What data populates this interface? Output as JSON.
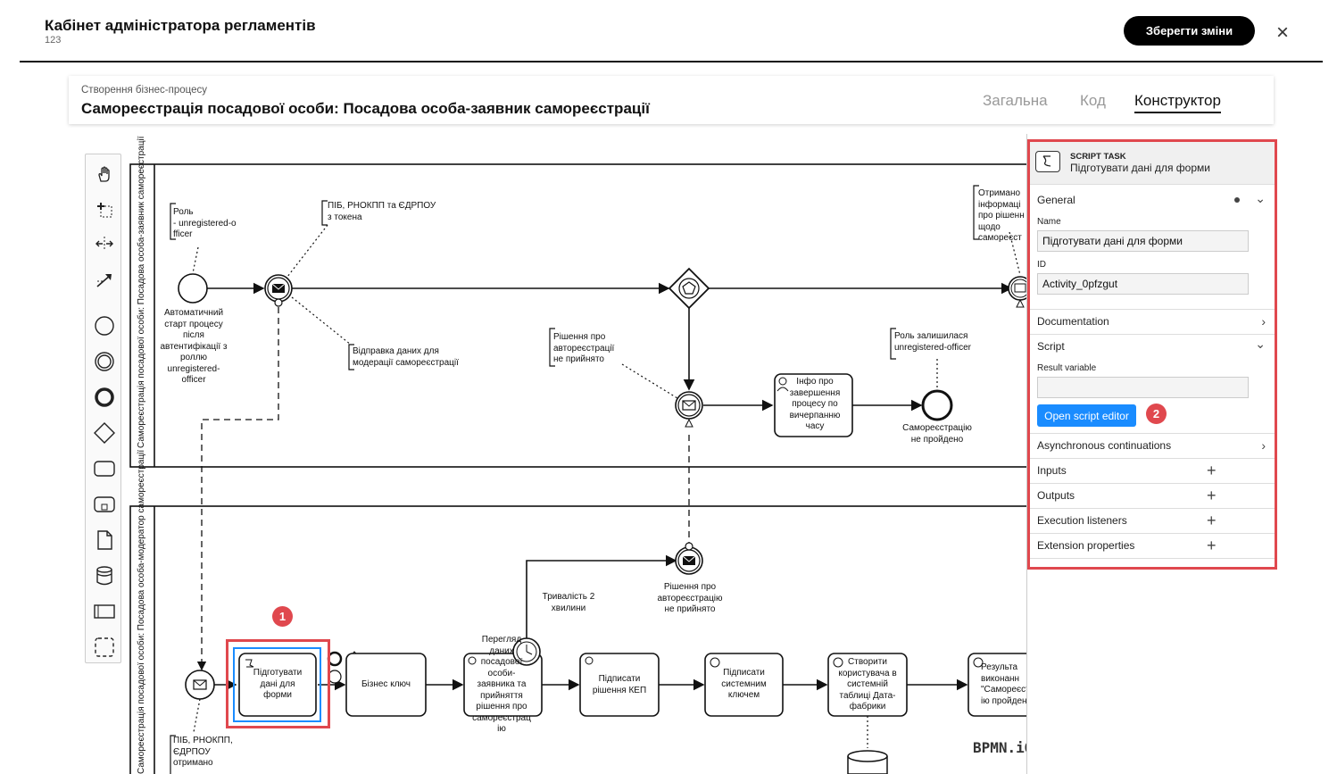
{
  "header": {
    "title": "Кабінет адміністратора регламентів",
    "subtitle": "123",
    "save_label": "Зберегти зміни",
    "close_glyph": "×"
  },
  "process": {
    "kicker": "Створення бізнес-процесу",
    "title": "Самореєстрація посадової особи: Посадова особа-заявник самореєстрації",
    "tabs": [
      {
        "label": "Загальна",
        "active": false
      },
      {
        "label": "Код",
        "active": false
      },
      {
        "label": "Конструктор",
        "active": true
      }
    ]
  },
  "palette": {
    "items": [
      "hand-tool-icon",
      "lasso-tool-icon",
      "space-tool-icon",
      "global-connect-icon",
      "start-event-icon",
      "intermediate-event-icon",
      "end-event-icon",
      "gateway-icon",
      "task-icon",
      "subprocess-icon",
      "data-object-icon",
      "data-store-icon",
      "pool-icon",
      "group-icon"
    ]
  },
  "diagram": {
    "lane1_label": "Самореєстрація посадової особи: Посадова особа-заявник самореєстрації",
    "lane2_label": "Самореєстрація посадової особи: Посадова особа-модератор самореєстрації",
    "ann_role": "Роль\n- unregistered-o\nfficer",
    "ann_pib_token": "ПІБ, РНОКПП та ЄДРПОУ\nз токена",
    "ann_sent": "Відправка даних для\nмодерації самореєстрації",
    "ann_decision_no": "Рішення про\nавтореєстрації\nне прийнято",
    "ann_role_left": "Роль залишилася\nunregistered-officer",
    "ann_received": "Отримано\nінформаці\nпро рішенн\nщодо\nсамореєст",
    "ann_pib_bottom": "ПІБ, РНОКПП,\nЄДРПОУ\nотримано",
    "start_label": "Автоматичний\nстарт процесу\nпісля\nавтентифікації з\nроллю\nunregistered-\nofficer",
    "end_label": "Самореєстрацію\nне пройдено",
    "info_task": "Інфо про\nзавершення\nпроцесу по\nвичерпанню\nчасу",
    "msg_decision_label": "Рішення про\nавтореєстрацію\nне прийнято",
    "timer_label": "Тривалість 2\nхвилини",
    "task_prepare": "Підготувати\nдані для\nформи",
    "task_business_key": "Бізнес ключ",
    "task_review": "Перегляд\nданих\nпосадової\nособи-\nзаявника та\nприйняття\nрішення про\nсамореєстрац\nію",
    "task_sign_kep": "Підписати\nрішення КЕП",
    "task_sign_system": "Підписати\nсистемним\nключем",
    "task_create_user": "Створити\nкористувача в\nсистемній\nтаблиці Дата-\nфабрики",
    "task_result": "Результа\nвиконанн\n\"Самореєст\nію пройден",
    "logo": "BPMN.iO"
  },
  "properties": {
    "type": "SCRIPT TASK",
    "name": "Підготувати дані для форми",
    "sections": {
      "general": "General",
      "documentation": "Documentation",
      "script": "Script",
      "async": "Asynchronous continuations",
      "inputs": "Inputs",
      "outputs": "Outputs",
      "exec_listeners": "Execution listeners",
      "ext_props": "Extension properties"
    },
    "name_label": "Name",
    "name_value": "Підготувати дані для форми",
    "id_label": "ID",
    "id_value": "Activity_0pfzgut",
    "result_label": "Result variable",
    "result_value": "",
    "script_button": "Open script editor"
  },
  "badges": {
    "one": "1",
    "two": "2"
  },
  "colors": {
    "highlight": "#e0484e",
    "selection": "#1a8cff",
    "primary_button": "#000000"
  }
}
